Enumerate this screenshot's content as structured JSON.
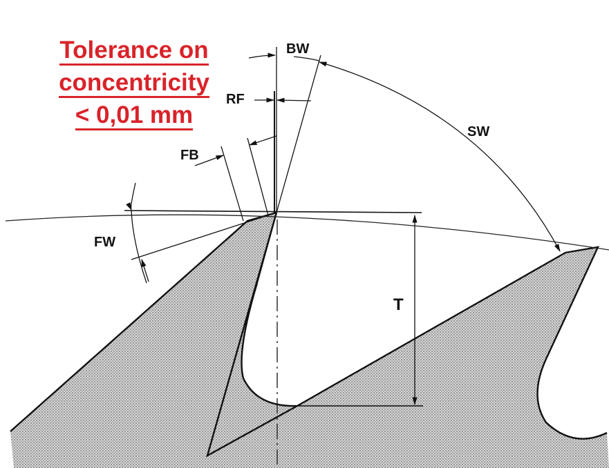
{
  "note": {
    "lines": [
      "Tolerance on",
      "concentricity",
      "< 0,01 mm"
    ],
    "color": "#d9232a"
  },
  "labels": {
    "bw": "BW",
    "rf": "RF",
    "fb": "FB",
    "fw": "FW",
    "sw": "SW",
    "t": "T"
  }
}
